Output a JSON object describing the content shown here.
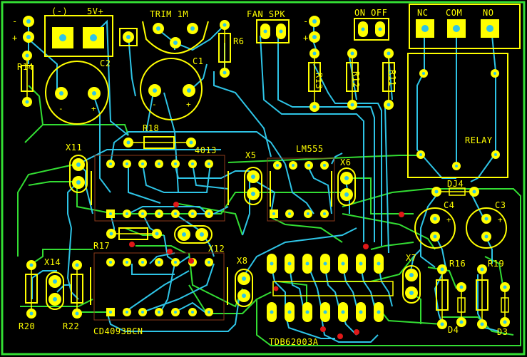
{
  "labels": {
    "pwr_neg": "(-)",
    "pwr_pos": "5V+",
    "trim": "TRIM 1M",
    "fan_spk": "FAN SPK",
    "on_off": "ON OFF",
    "nc": "NC",
    "com": "COM",
    "no": "NO",
    "relay": "RELAY",
    "r14": "R14",
    "c2": "C2",
    "c1": "C1",
    "r6": "R6",
    "r13": "R13",
    "r12": "R12",
    "r11": "R11",
    "x11": "X11",
    "r18": "R18",
    "ic4013": "4013",
    "x5": "X5",
    "lm555": "LM555",
    "x6": "X6",
    "dj4": "DJ4",
    "c4": "C4",
    "c3": "C3",
    "r17": "R17",
    "x12": "X12",
    "x14": "X14",
    "x8": "X8",
    "x7": "X7",
    "r16": "R16",
    "r19": "R19",
    "r20": "R20",
    "r22": "R22",
    "cd4093": "CD4093BCN",
    "tdb": "TDB62003A",
    "d4": "D4",
    "d3": "D3",
    "minus1": "-",
    "plus1": "+",
    "minus2": "-",
    "plus2": "+",
    "c2m": "-",
    "c2p": "+",
    "c1m": "-",
    "c1p": "+",
    "c4p": "+",
    "c3p": "+"
  }
}
